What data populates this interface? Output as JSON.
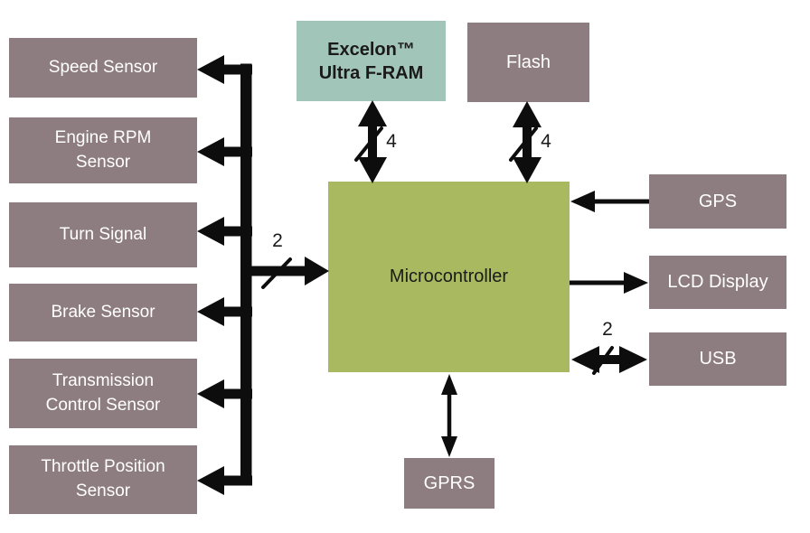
{
  "blocks": {
    "speed_sensor": {
      "label": "Speed Sensor"
    },
    "engine_rpm_sensor": {
      "lines": [
        "Engine RPM",
        "Sensor"
      ]
    },
    "turn_signal": {
      "label": "Turn Signal"
    },
    "brake_sensor": {
      "label": "Brake Sensor"
    },
    "transmission_control_sensor": {
      "lines": [
        "Transmission",
        "Control Sensor"
      ]
    },
    "throttle_position_sensor": {
      "lines": [
        "Throttle Position",
        "Sensor"
      ]
    },
    "excelon_ultra_fram": {
      "lines": [
        "Excelon™",
        "Ultra F-RAM"
      ]
    },
    "flash": {
      "label": "Flash"
    },
    "microcontroller": {
      "label": "Microcontroller"
    },
    "gps": {
      "label": "GPS"
    },
    "lcd_display": {
      "label": "LCD Display"
    },
    "usb": {
      "label": "USB"
    },
    "gprs": {
      "label": "GPRS"
    }
  },
  "bus_width_labels": {
    "sensor_bus": "2",
    "fram_bus": "4",
    "flash_bus": "4",
    "usb_bus": "2"
  },
  "colors": {
    "block_mauve": "#8D7C80",
    "block_teal": "#A2C5B9",
    "block_olive": "#A8B960",
    "connector_black": "#0D0D0D",
    "text_on_mauve": "#FFFFFF",
    "text_dark": "#1A1A1A",
    "background": "#FFFFFF"
  }
}
